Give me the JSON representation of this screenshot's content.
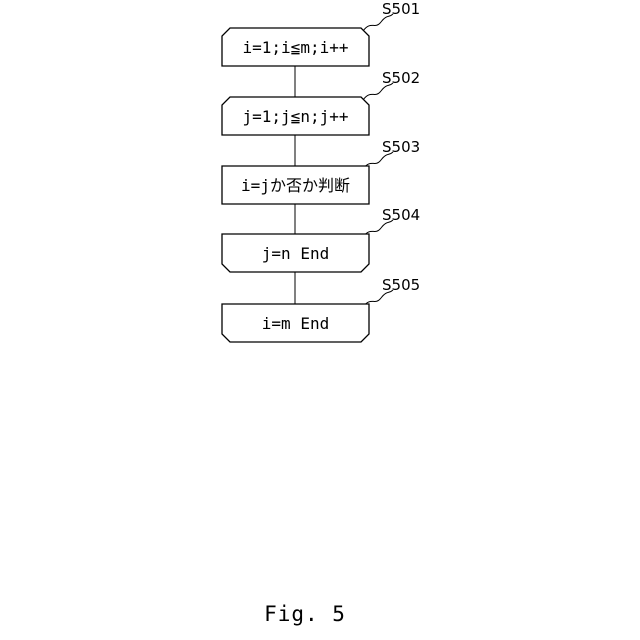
{
  "flowchart": {
    "steps": [
      {
        "id": "S501",
        "text": "i=1;i≦m;i++",
        "shape": "loop-start"
      },
      {
        "id": "S502",
        "text": "j=1;j≦n;j++",
        "shape": "loop-start"
      },
      {
        "id": "S503",
        "text": "i=jか否か判断",
        "shape": "process"
      },
      {
        "id": "S504",
        "text": "j=n End",
        "shape": "loop-end"
      },
      {
        "id": "S505",
        "text": "i=m End",
        "shape": "loop-end"
      }
    ]
  },
  "caption": "Fig. 5",
  "colors": {
    "stroke": "#000000",
    "background": "#ffffff"
  }
}
